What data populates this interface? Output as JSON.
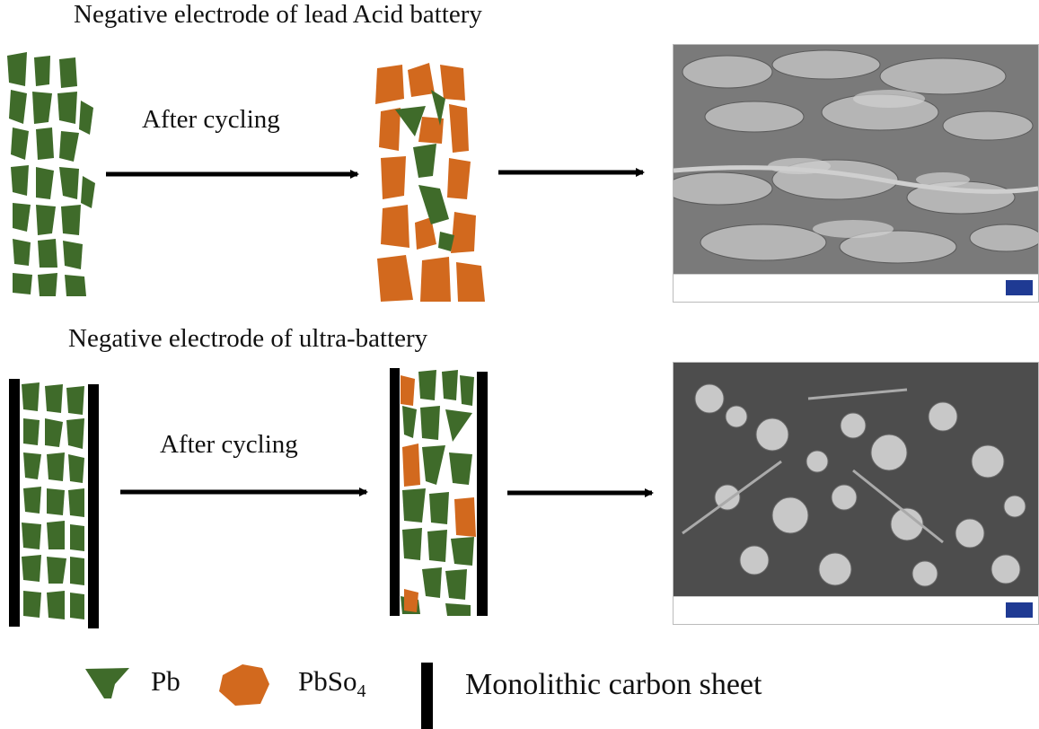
{
  "title_top": "Negative electrode of lead Acid battery",
  "title_bottom": "Negative electrode of ultra-battery",
  "arrow_label_top": "After cycling",
  "arrow_label_bottom": "After cycling",
  "legend": {
    "pb_label": "Pb",
    "pbso4_label": "PbSo",
    "pbso4_subscript": "4",
    "carbon_label": "Monolithic carbon sheet"
  },
  "colors": {
    "pb": "#3f6b2a",
    "pbso4": "#d2691e",
    "carbon": "#000000",
    "arrow": "#000000"
  }
}
